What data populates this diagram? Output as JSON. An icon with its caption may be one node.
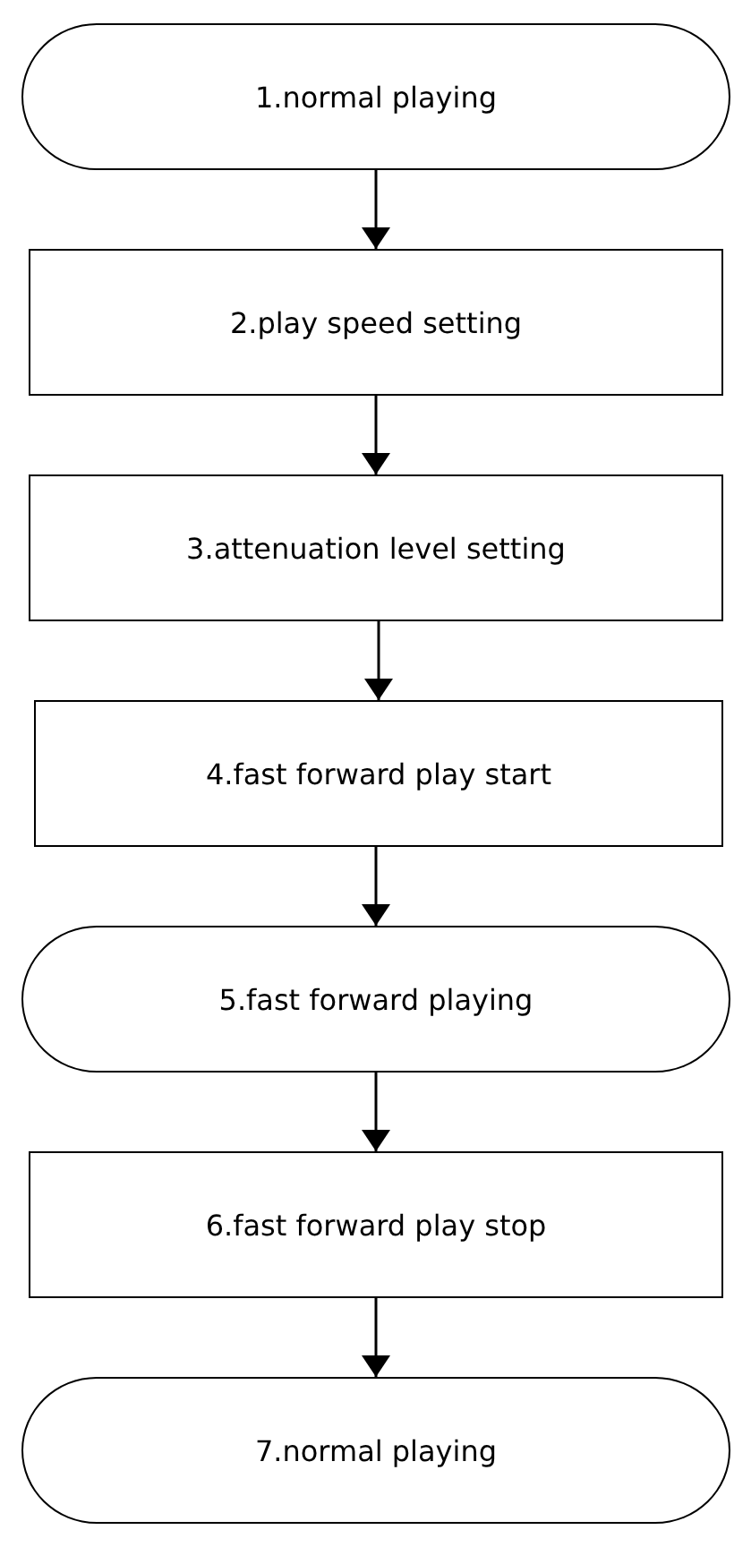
{
  "diagram": {
    "nodes": [
      {
        "text": [
          "1.normal playing"
        ]
      },
      {
        "text": [
          "2.play speed setting"
        ]
      },
      {
        "text": [
          "3.attenuation level setting"
        ]
      },
      {
        "text": [
          "4.fast forward play start"
        ]
      },
      {
        "text": [
          "5.fast forward playing"
        ]
      },
      {
        "text": [
          "6.fast forward play stop"
        ]
      },
      {
        "text": [
          "7.normal playing"
        ]
      }
    ],
    "edges": [
      {
        "from": 0,
        "to": 1,
        "arrow": "to"
      },
      {
        "from": 1,
        "to": 2,
        "arrow": "to"
      },
      {
        "from": 2,
        "to": 3,
        "arrow": "to"
      },
      {
        "from": 3,
        "to": 4,
        "arrow": "to"
      },
      {
        "from": 4,
        "to": 5,
        "arrow": "to"
      },
      {
        "from": 5,
        "to": 6,
        "arrow": "to"
      }
    ]
  }
}
